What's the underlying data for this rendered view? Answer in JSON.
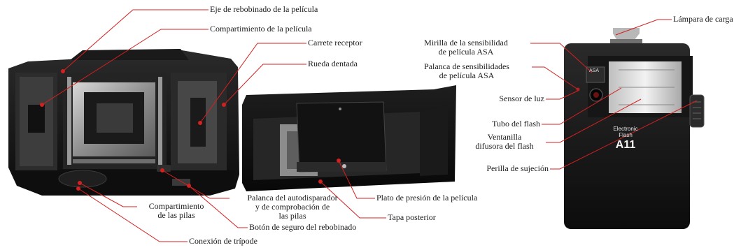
{
  "labels": {
    "eje_rebobinado": "Eje de rebobinado de la película",
    "compartimiento_pelicula": "Compartimiento de la película",
    "carrete_receptor": "Carrete receptor",
    "rueda_dentada": "Rueda dentada",
    "mirilla_l1": "Mirilla de la sensibilidad",
    "mirilla_l2": "de película ASA",
    "palanca_sens_l1": "Palanca de sensibilidades",
    "palanca_sens_l2": "de película ASA",
    "sensor_luz": "Sensor de luz",
    "tubo_flash": "Tubo del flash",
    "ventanilla_l1": "Ventanilla",
    "ventanilla_l2": "difusora del flash",
    "perilla_sujecion": "Perilla de sujeción",
    "lampara_carga": "Lámpara de carga",
    "plato_presion": "Plato de presión de la película",
    "tapa_posterior": "Tapa posterior",
    "palanca_auto_l1": "Palanca del autodisparador",
    "palanca_auto_l2": "y de comprobación de",
    "palanca_auto_l3": "las pilas",
    "boton_seguro": "Botón de seguro del rebobinado",
    "comp_pilas_l1": "Compartimiento",
    "comp_pilas_l2": "de las pilas",
    "conexion_tripode": "Conexión de trípode"
  },
  "flash_unit": {
    "brand_line1": "Electronic",
    "brand_line2": "Flash",
    "model": "A11",
    "asa_tag": "ASA"
  },
  "colors": {
    "leader": "#d42020",
    "leader_dark": "#333333",
    "body": "#161616",
    "metal": "#8a8a8a"
  }
}
